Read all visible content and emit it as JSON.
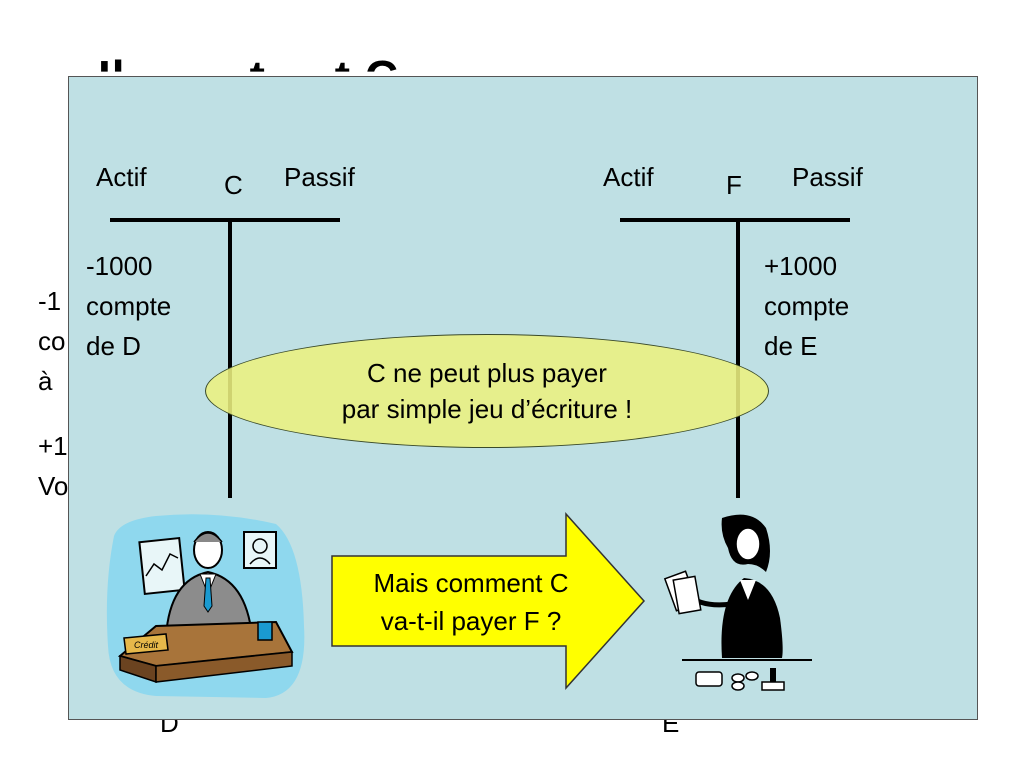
{
  "background": {
    "title_fragment": "Il  ...     ...          t  ...  t  C  ...",
    "left_text_lines": [
      "-1",
      "co",
      "à"
    ],
    "left_text2_lines": [
      "+1",
      "Vo"
    ],
    "bottom_left": "D",
    "bottom_right": "E"
  },
  "diagram": {
    "account_c": {
      "name": "C",
      "actif_label": "Actif",
      "passif_label": "Passif",
      "actif_entry": "-1000\ncompte\nde D"
    },
    "account_f": {
      "name": "F",
      "actif_label": "Actif",
      "passif_label": "Passif",
      "passif_entry": "+1000\ncompte\nde E"
    },
    "ellipse_note": {
      "line1": "C ne peut plus payer",
      "line2": "par simple jeu d’écriture !"
    },
    "arrow_text": {
      "line1": "Mais comment C",
      "line2": "va-t-il payer F ?"
    },
    "banker_sign": "Crédit"
  },
  "colors": {
    "panel": "#bfe0e4",
    "ellipse": "#eef080",
    "arrow": "#ffff00",
    "banker_backdrop": "#8fd8ee"
  }
}
